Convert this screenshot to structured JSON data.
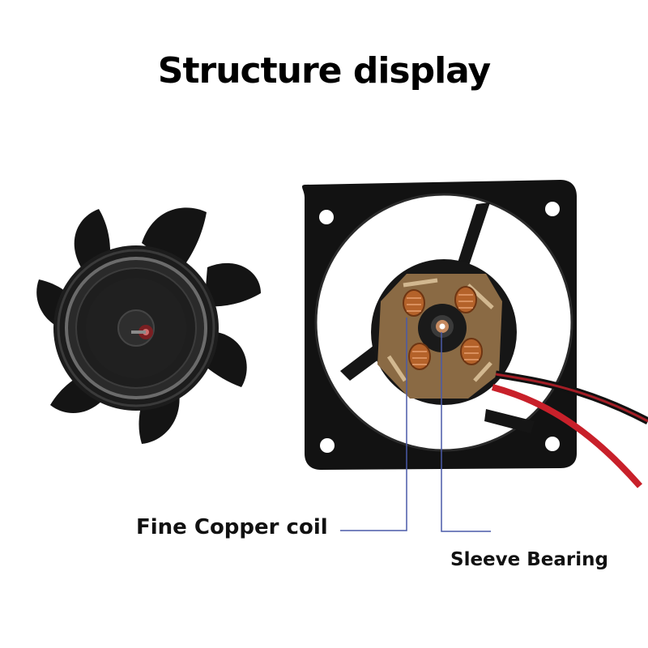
{
  "title": "Structure display",
  "labels": {
    "coil": "Fine Copper coil",
    "bearing": "Sleeve Bearing"
  },
  "colors": {
    "background": "#ffffff",
    "fan_plastic": "#121212",
    "copper": "#b4622a",
    "pcb": "#8a6a44",
    "pointer_line": "#4a5aa8",
    "wire_red": "#c8202a"
  }
}
